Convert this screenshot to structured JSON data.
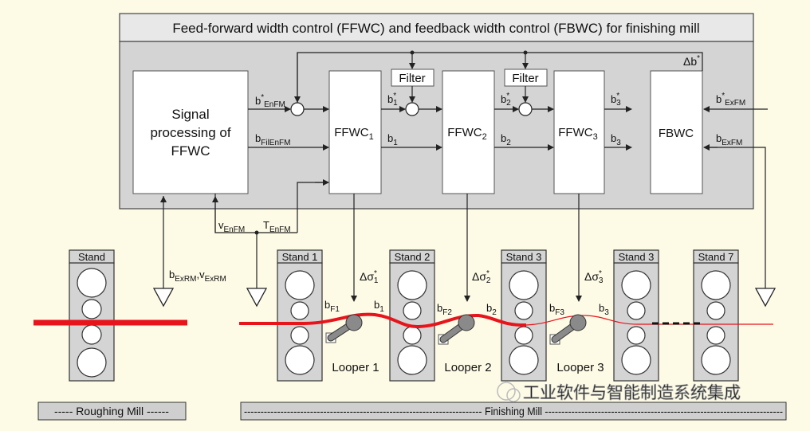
{
  "title": "Feed-forward width control (FFWC) and feedback width control (FBWC) for finishing mill",
  "blocks": {
    "signal_line1": "Signal",
    "signal_line2": "processing of",
    "signal_line3": "FFWC",
    "ffwc1": "FFWC",
    "ffwc1_sub": "1",
    "ffwc2": "FFWC",
    "ffwc2_sub": "2",
    "ffwc3": "FFWC",
    "ffwc3_sub": "3",
    "fbwc": "FBWC",
    "filter1": "Filter",
    "filter2": "Filter"
  },
  "signals": {
    "b_enfm": "b",
    "b_enfm_sup": "*",
    "b_enfm_sub": "EnFM",
    "b_filenfm": "b",
    "b_filenfm_sub": "FilEnFM",
    "b1_star": "b",
    "b1_star_sup": "*",
    "b1_star_sub": "1",
    "b1": "b",
    "b1_sub": "1",
    "b2_star": "b",
    "b2_star_sup": "*",
    "b2_star_sub": "2",
    "b2": "b",
    "b2_sub": "2",
    "b3_star": "b",
    "b3_star_sup": "*",
    "b3_star_sub": "3",
    "b3": "b",
    "b3_sub": "3",
    "delta_b": "Δb",
    "delta_b_sup": "*",
    "b_exfm_star": "b",
    "b_exfm_star_sup": "*",
    "b_exfm_star_sub": "ExFM",
    "b_exfm": "b",
    "b_exfm_sub": "ExFM",
    "v_enfm": "v",
    "v_enfm_sub": "EnFM",
    "t_enfm": "T",
    "t_enfm_sub": "EnFM",
    "b_exrm": "b",
    "b_exrm_sub": "ExRM",
    "v_exrm_sep": ",v",
    "v_exrm_sub": "ExRM",
    "dsig1": "Δσ",
    "dsig1_sup": "*",
    "dsig1_sub": "1",
    "dsig2": "Δσ",
    "dsig2_sup": "*",
    "dsig2_sub": "2",
    "dsig3": "Δσ",
    "dsig3_sup": "*",
    "dsig3_sub": "3",
    "bf1": "b",
    "bf1_sub": "F1",
    "bf2": "b",
    "bf2_sub": "F2",
    "bf3": "b",
    "bf3_sub": "F3",
    "m_b1": "b",
    "m_b1_sub": "1",
    "m_b2": "b",
    "m_b2_sub": "2",
    "m_b3": "b",
    "m_b3_sub": "3"
  },
  "stands": {
    "roughing": "Stand",
    "s1": "Stand 1",
    "s2": "Stand 2",
    "s3": "Stand 3",
    "s3b": "Stand 3",
    "s7": "Stand 7"
  },
  "loopers": {
    "l1": "Looper 1",
    "l2": "Looper 2",
    "l3": "Looper 3"
  },
  "mills": {
    "roughing": "----- Roughing Mill ------",
    "finishing": "------------------------------------------------------------------------ Finishing Mill ------------------------------------------------------------------------"
  },
  "watermark": "工业软件与智能制造系统集成",
  "colors": {
    "strip": "#e8141c",
    "background": "#fdfbe6",
    "panel": "#d4d4d4"
  }
}
